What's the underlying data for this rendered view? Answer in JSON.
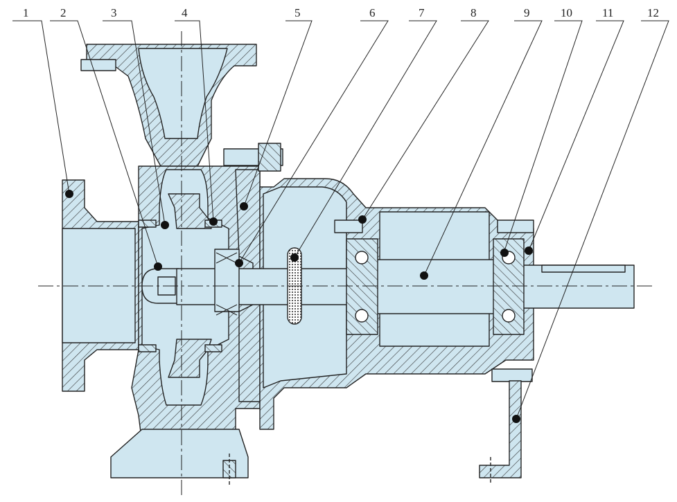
{
  "diagram": {
    "callouts": [
      {
        "label": "1"
      },
      {
        "label": "2"
      },
      {
        "label": "3"
      },
      {
        "label": "4"
      },
      {
        "label": "5"
      },
      {
        "label": "6"
      },
      {
        "label": "7"
      },
      {
        "label": "8"
      },
      {
        "label": "9"
      },
      {
        "label": "10"
      },
      {
        "label": "11"
      },
      {
        "label": "12"
      }
    ]
  },
  "colors": {
    "fill": "#cfe6f0",
    "line": "#222222",
    "hatch": "#333333",
    "background": "#ffffff"
  }
}
